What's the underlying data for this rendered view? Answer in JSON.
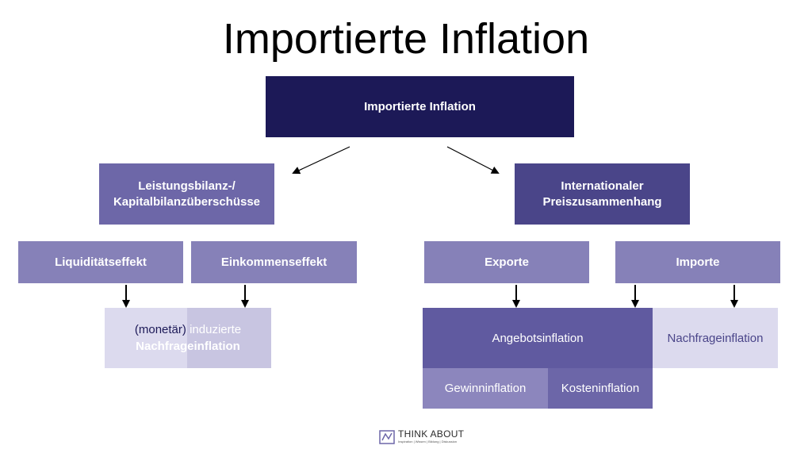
{
  "title": "Importierte Inflation",
  "nodes": {
    "root": "Importierte Inflation",
    "left_parent_line1": "Leistungsbilanz-/",
    "left_parent_line2": "Kapitalbilanzüberschüsse",
    "right_parent_line1": "Internationaler",
    "right_parent_line2": "Preiszusammenhang",
    "liquiditaet": "Liquiditätseffekt",
    "einkommen": "Einkommenseffekt",
    "exporte": "Exporte",
    "importe": "Importe",
    "induced_line1_a": "(monetär)",
    "induced_line1_b": "induzierte",
    "induced_line2": "Nachfrageinflation",
    "angebotsinflation": "Angebotsinflation",
    "nachfrageinflation": "Nachfrageinflation",
    "gewinninflation": "Gewinninflation",
    "kosteninflation": "Kosteninflation"
  },
  "logo": {
    "name": "THINK ABOUT",
    "tagline": "Inspiration | Wissen | Bildung | Diskussion"
  },
  "colors": {
    "dark": "#1c1957",
    "mid": "#6d67a8",
    "light": "#8681b8",
    "pale": "#dcdaee"
  }
}
